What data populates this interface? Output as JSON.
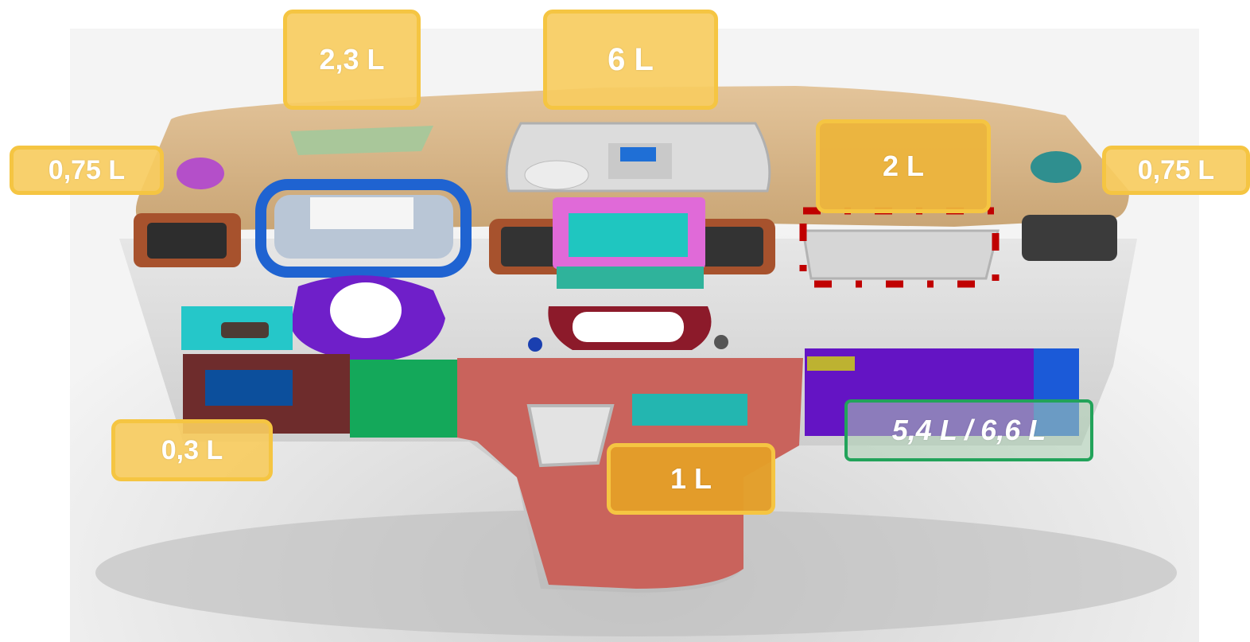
{
  "labels": {
    "top_left_vent": "2,3 L",
    "top_center": "6 L",
    "upper_right_glovebox": "2 L",
    "left_end": "0,75 L",
    "right_end": "0,75 L",
    "lower_left": "0,3 L",
    "center_console": "1 L",
    "lower_right_glovebox": "5,4 L / 6,6  L"
  },
  "colors": {
    "label_fill": "#f3c24d",
    "label_border": "#f5c542",
    "green_border": "#22a35a",
    "dashed_outline": "#c00000",
    "dashboard_top": "#d9b98a"
  }
}
